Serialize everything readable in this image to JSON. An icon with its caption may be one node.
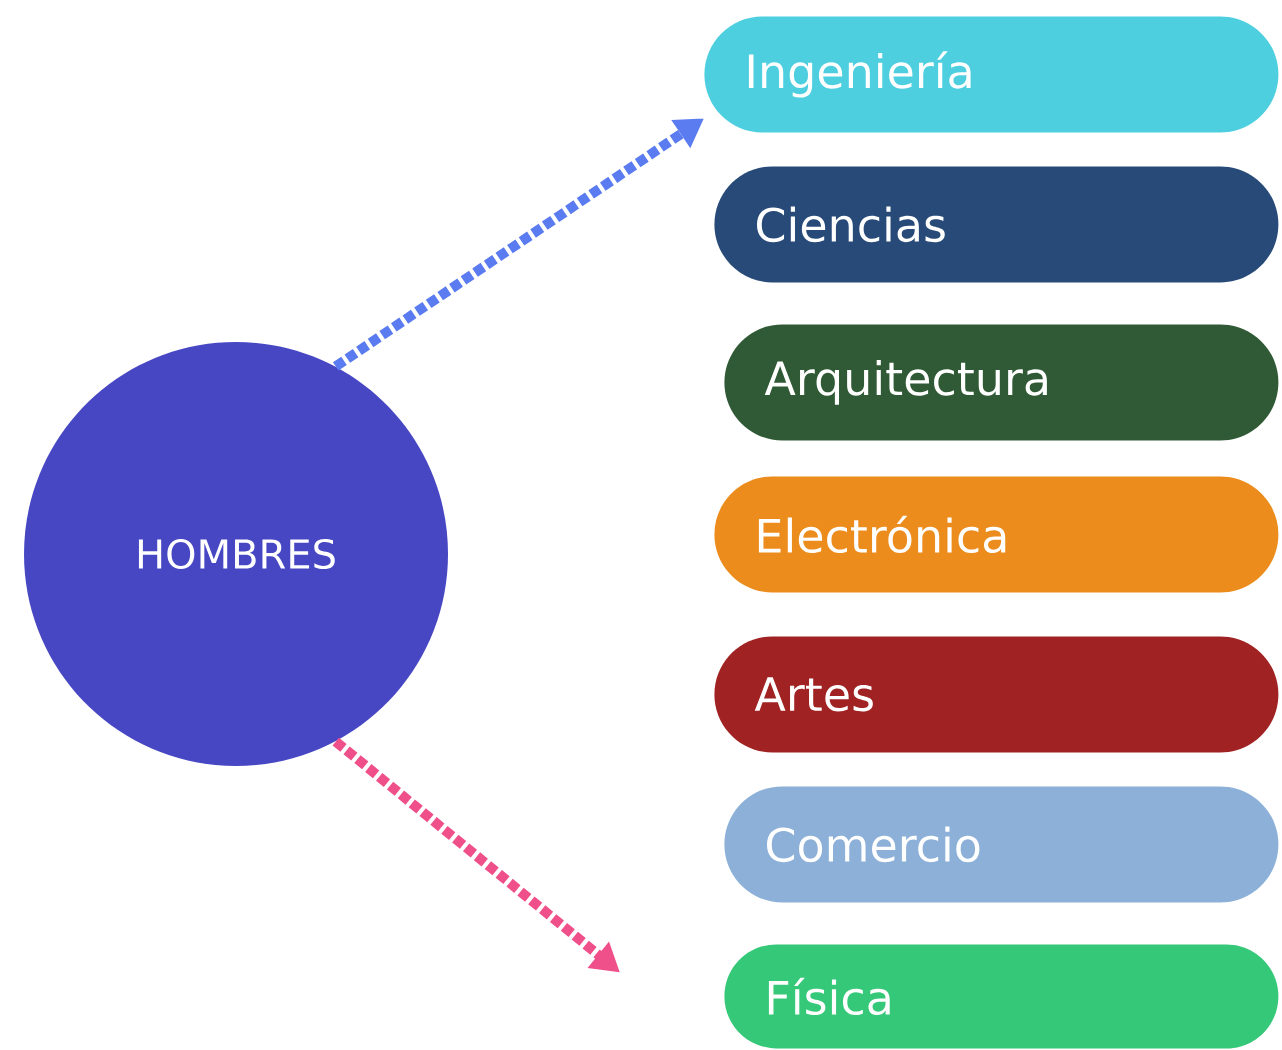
{
  "diagram": {
    "nodes": [
      {
        "text": [
          "HOMBRES"
        ]
      },
      {
        "text": [
          "Ingeniería"
        ]
      },
      {
        "text": [
          "Ciencias"
        ]
      },
      {
        "text": [
          "Arquitectura"
        ]
      },
      {
        "text": [
          "Electrónica"
        ]
      },
      {
        "text": [
          "Artes"
        ]
      },
      {
        "text": [
          "Comercio"
        ]
      },
      {
        "text": [
          "Física"
        ]
      }
    ],
    "edges": [
      {
        "from": 0,
        "to": 1,
        "arrow": "to",
        "style": "dashed",
        "color": "#5b7cf0"
      },
      {
        "from": 0,
        "to": 7,
        "arrow": "to",
        "style": "dashed",
        "color": "#f0508a"
      }
    ]
  }
}
